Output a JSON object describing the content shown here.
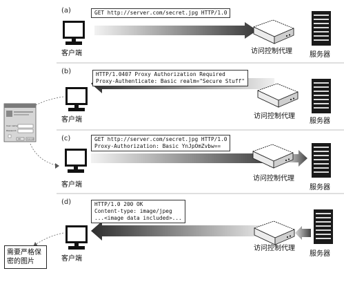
{
  "panels": [
    {
      "label": "(a)",
      "message": [
        "GET http://server.com/secret.jpg HTTP/1.0"
      ]
    },
    {
      "label": "(b)",
      "message": [
        "HTTP/1.0407 Proxy Authorization Required",
        "Proxy-Authenticate: Basic realm=\"Secure Stuff\""
      ]
    },
    {
      "label": "(c)",
      "message": [
        "GET http://server.com/secret.jpg HTTP/1.0",
        "Proxy-Authorization: Basic YnJpOmZvbw=="
      ]
    },
    {
      "label": "(d)",
      "message": [
        "HTTP/1.0 200 OK",
        "Content-type: image/jpeg",
        "...<image data included>..."
      ]
    }
  ],
  "captions": {
    "client": "客户端",
    "proxy": "访问控制代理",
    "server": "服务器"
  },
  "note_text": "需要严格保密的图片",
  "dialog": {
    "fields": [
      "User name:",
      "Password:"
    ],
    "buttons": [
      "OK",
      "Cancel"
    ]
  }
}
